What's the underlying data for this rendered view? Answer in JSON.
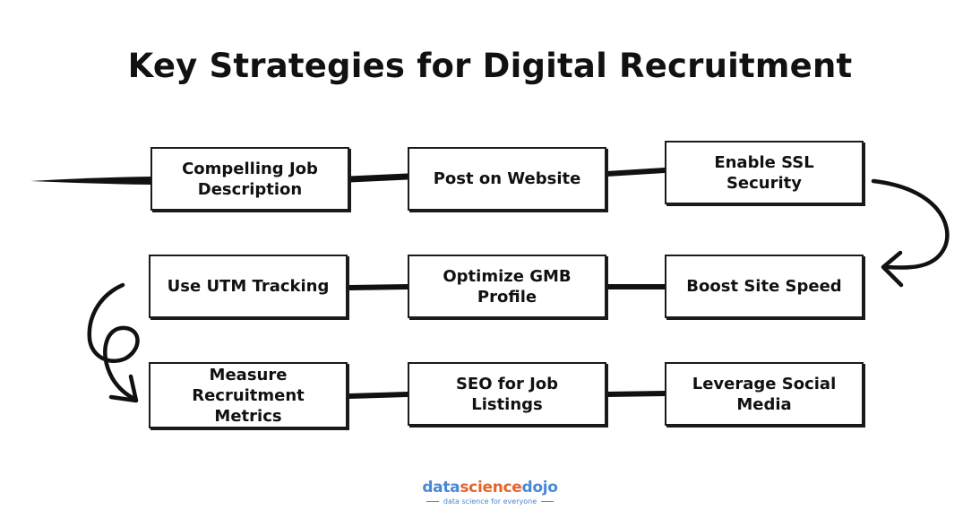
{
  "title": "Key Strategies for Digital Recruitment",
  "steps": [
    {
      "order": 1,
      "label": "Compelling Job Description"
    },
    {
      "order": 2,
      "label": "Post on Website"
    },
    {
      "order": 3,
      "label": "Enable SSL Security"
    },
    {
      "order": 4,
      "label": "Boost Site Speed"
    },
    {
      "order": 5,
      "label": "Optimize GMB Profile"
    },
    {
      "order": 6,
      "label": "Use UTM Tracking"
    },
    {
      "order": 7,
      "label": "Measure Recruitment Metrics"
    },
    {
      "order": 8,
      "label": "SEO for Job Listings"
    },
    {
      "order": 9,
      "label": "Leverage Social Media"
    }
  ],
  "logo": {
    "part1": "data",
    "part2": "science",
    "part3": "dojo",
    "tagline": "data science for everyone"
  },
  "colors": {
    "ink": "#111111",
    "logo_blue": "#4a87d6",
    "logo_orange": "#e8632b"
  }
}
